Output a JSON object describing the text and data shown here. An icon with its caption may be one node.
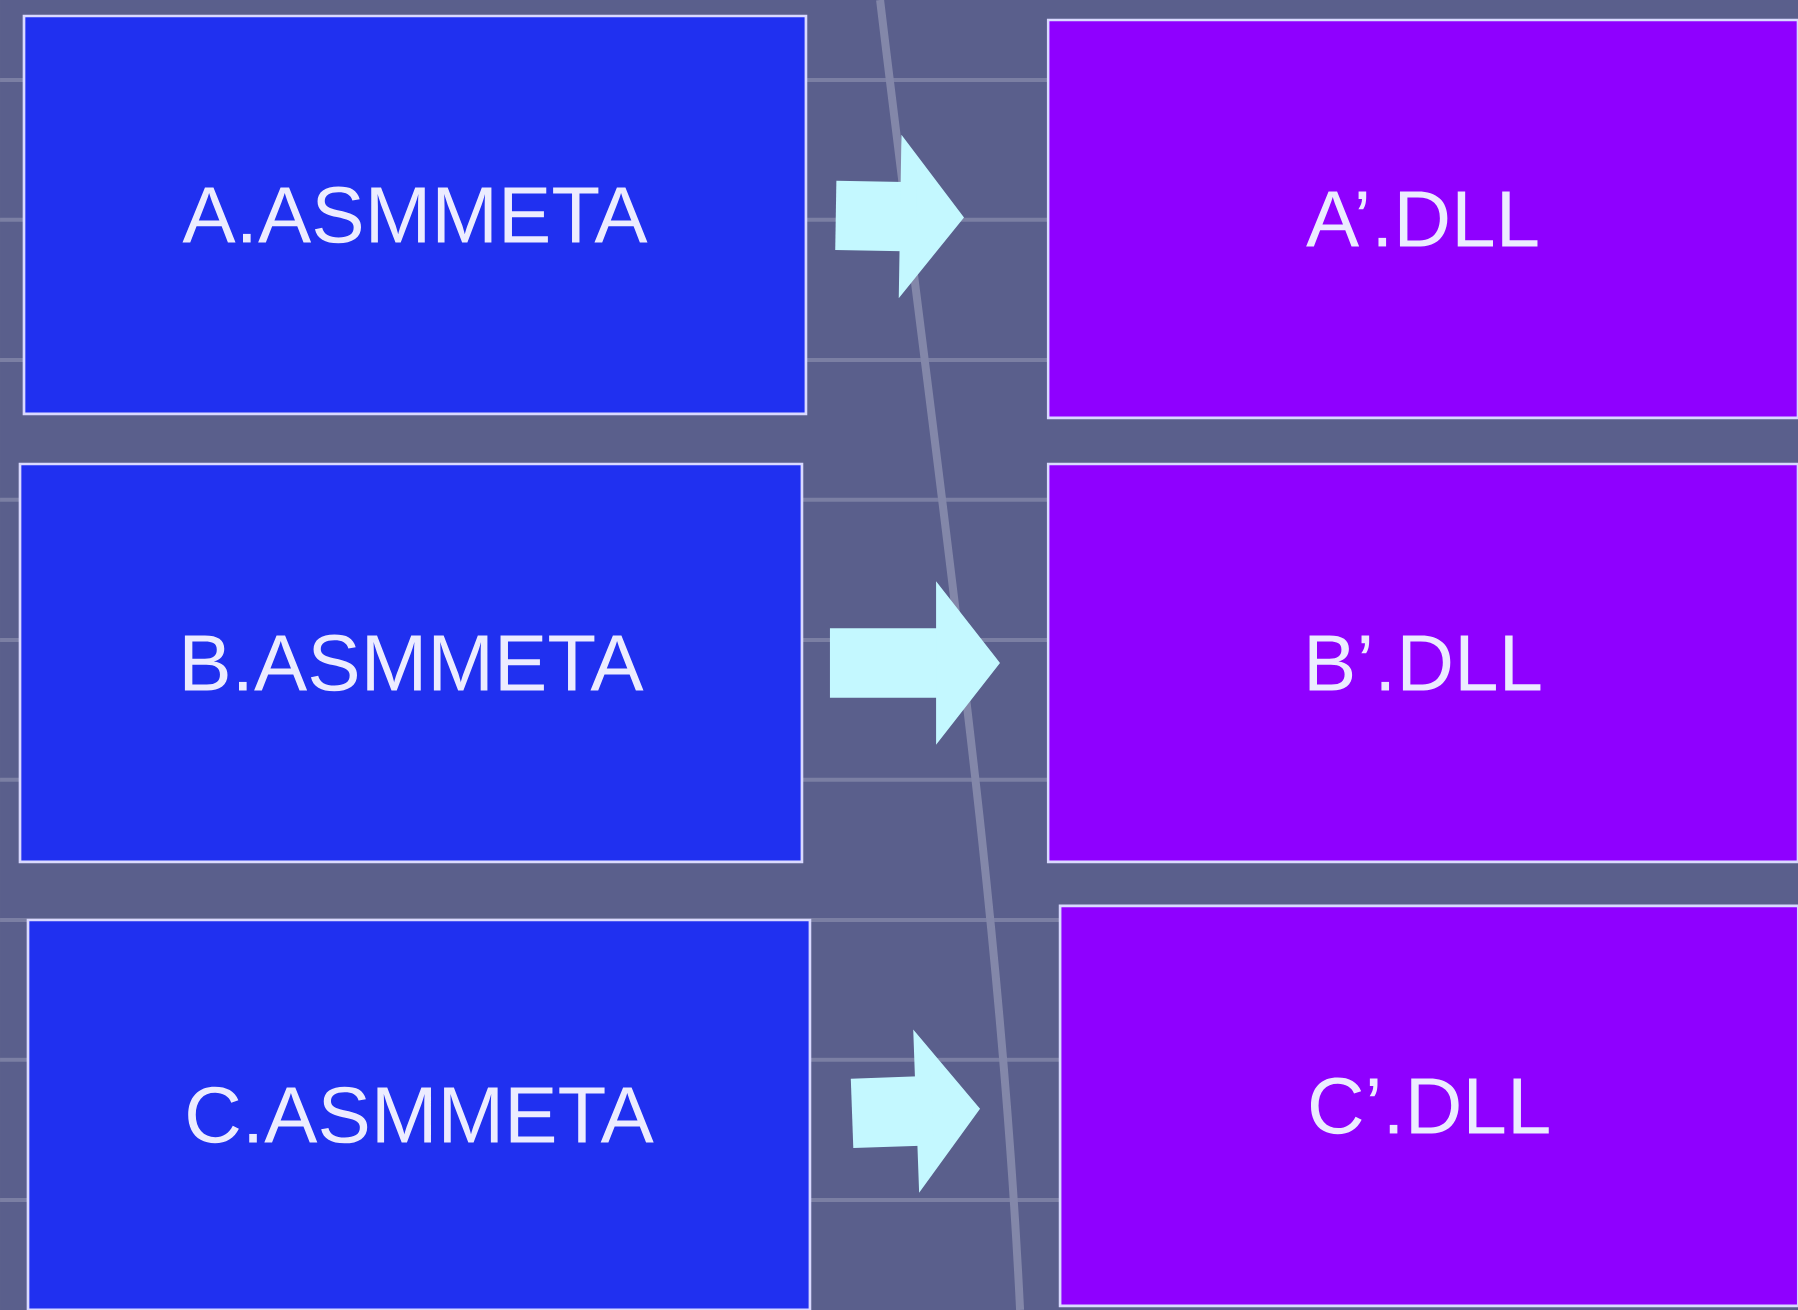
{
  "diagram": {
    "nodes": [
      {
        "text": [
          "A.ASMMETA"
        ]
      },
      {
        "text": [
          "A’.DLL"
        ]
      },
      {
        "text": [
          "B.ASMMETA"
        ]
      },
      {
        "text": [
          "B’.DLL"
        ]
      },
      {
        "text": [
          "C.ASMMETA"
        ]
      },
      {
        "text": [
          "C’.DLL"
        ]
      }
    ],
    "edges": [
      {
        "from": 0,
        "to": 1,
        "arrow": "to"
      },
      {
        "from": 2,
        "to": 3,
        "arrow": "to"
      },
      {
        "from": 4,
        "to": 5,
        "arrow": "to"
      }
    ]
  }
}
